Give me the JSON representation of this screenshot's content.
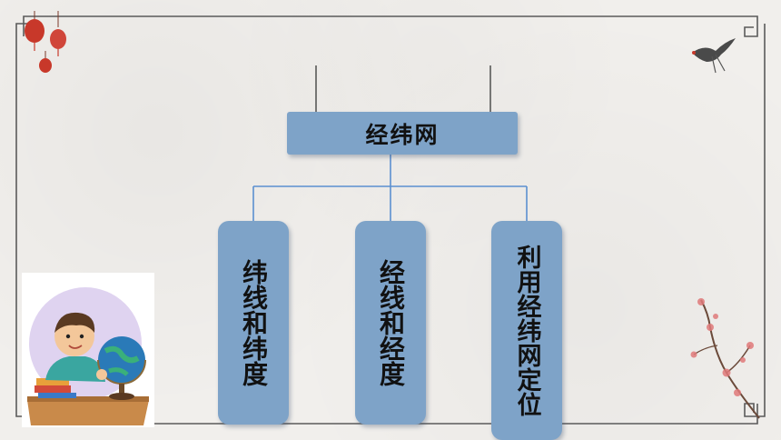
{
  "diagram": {
    "root": {
      "label": "经纬网"
    },
    "children": [
      {
        "label": "纬线和纬度"
      },
      {
        "label": "经线和经度"
      },
      {
        "label": "利用经纬网定位"
      }
    ]
  },
  "colors": {
    "node_fill": "#7ea3c8",
    "connector": "#5b8fd0",
    "frame": "#5a5a5a",
    "accent_red": "#c8382a"
  },
  "icons": [
    "lantern-icon",
    "crane-icon",
    "plum-blossom-icon",
    "boy-with-globe-illustration"
  ]
}
